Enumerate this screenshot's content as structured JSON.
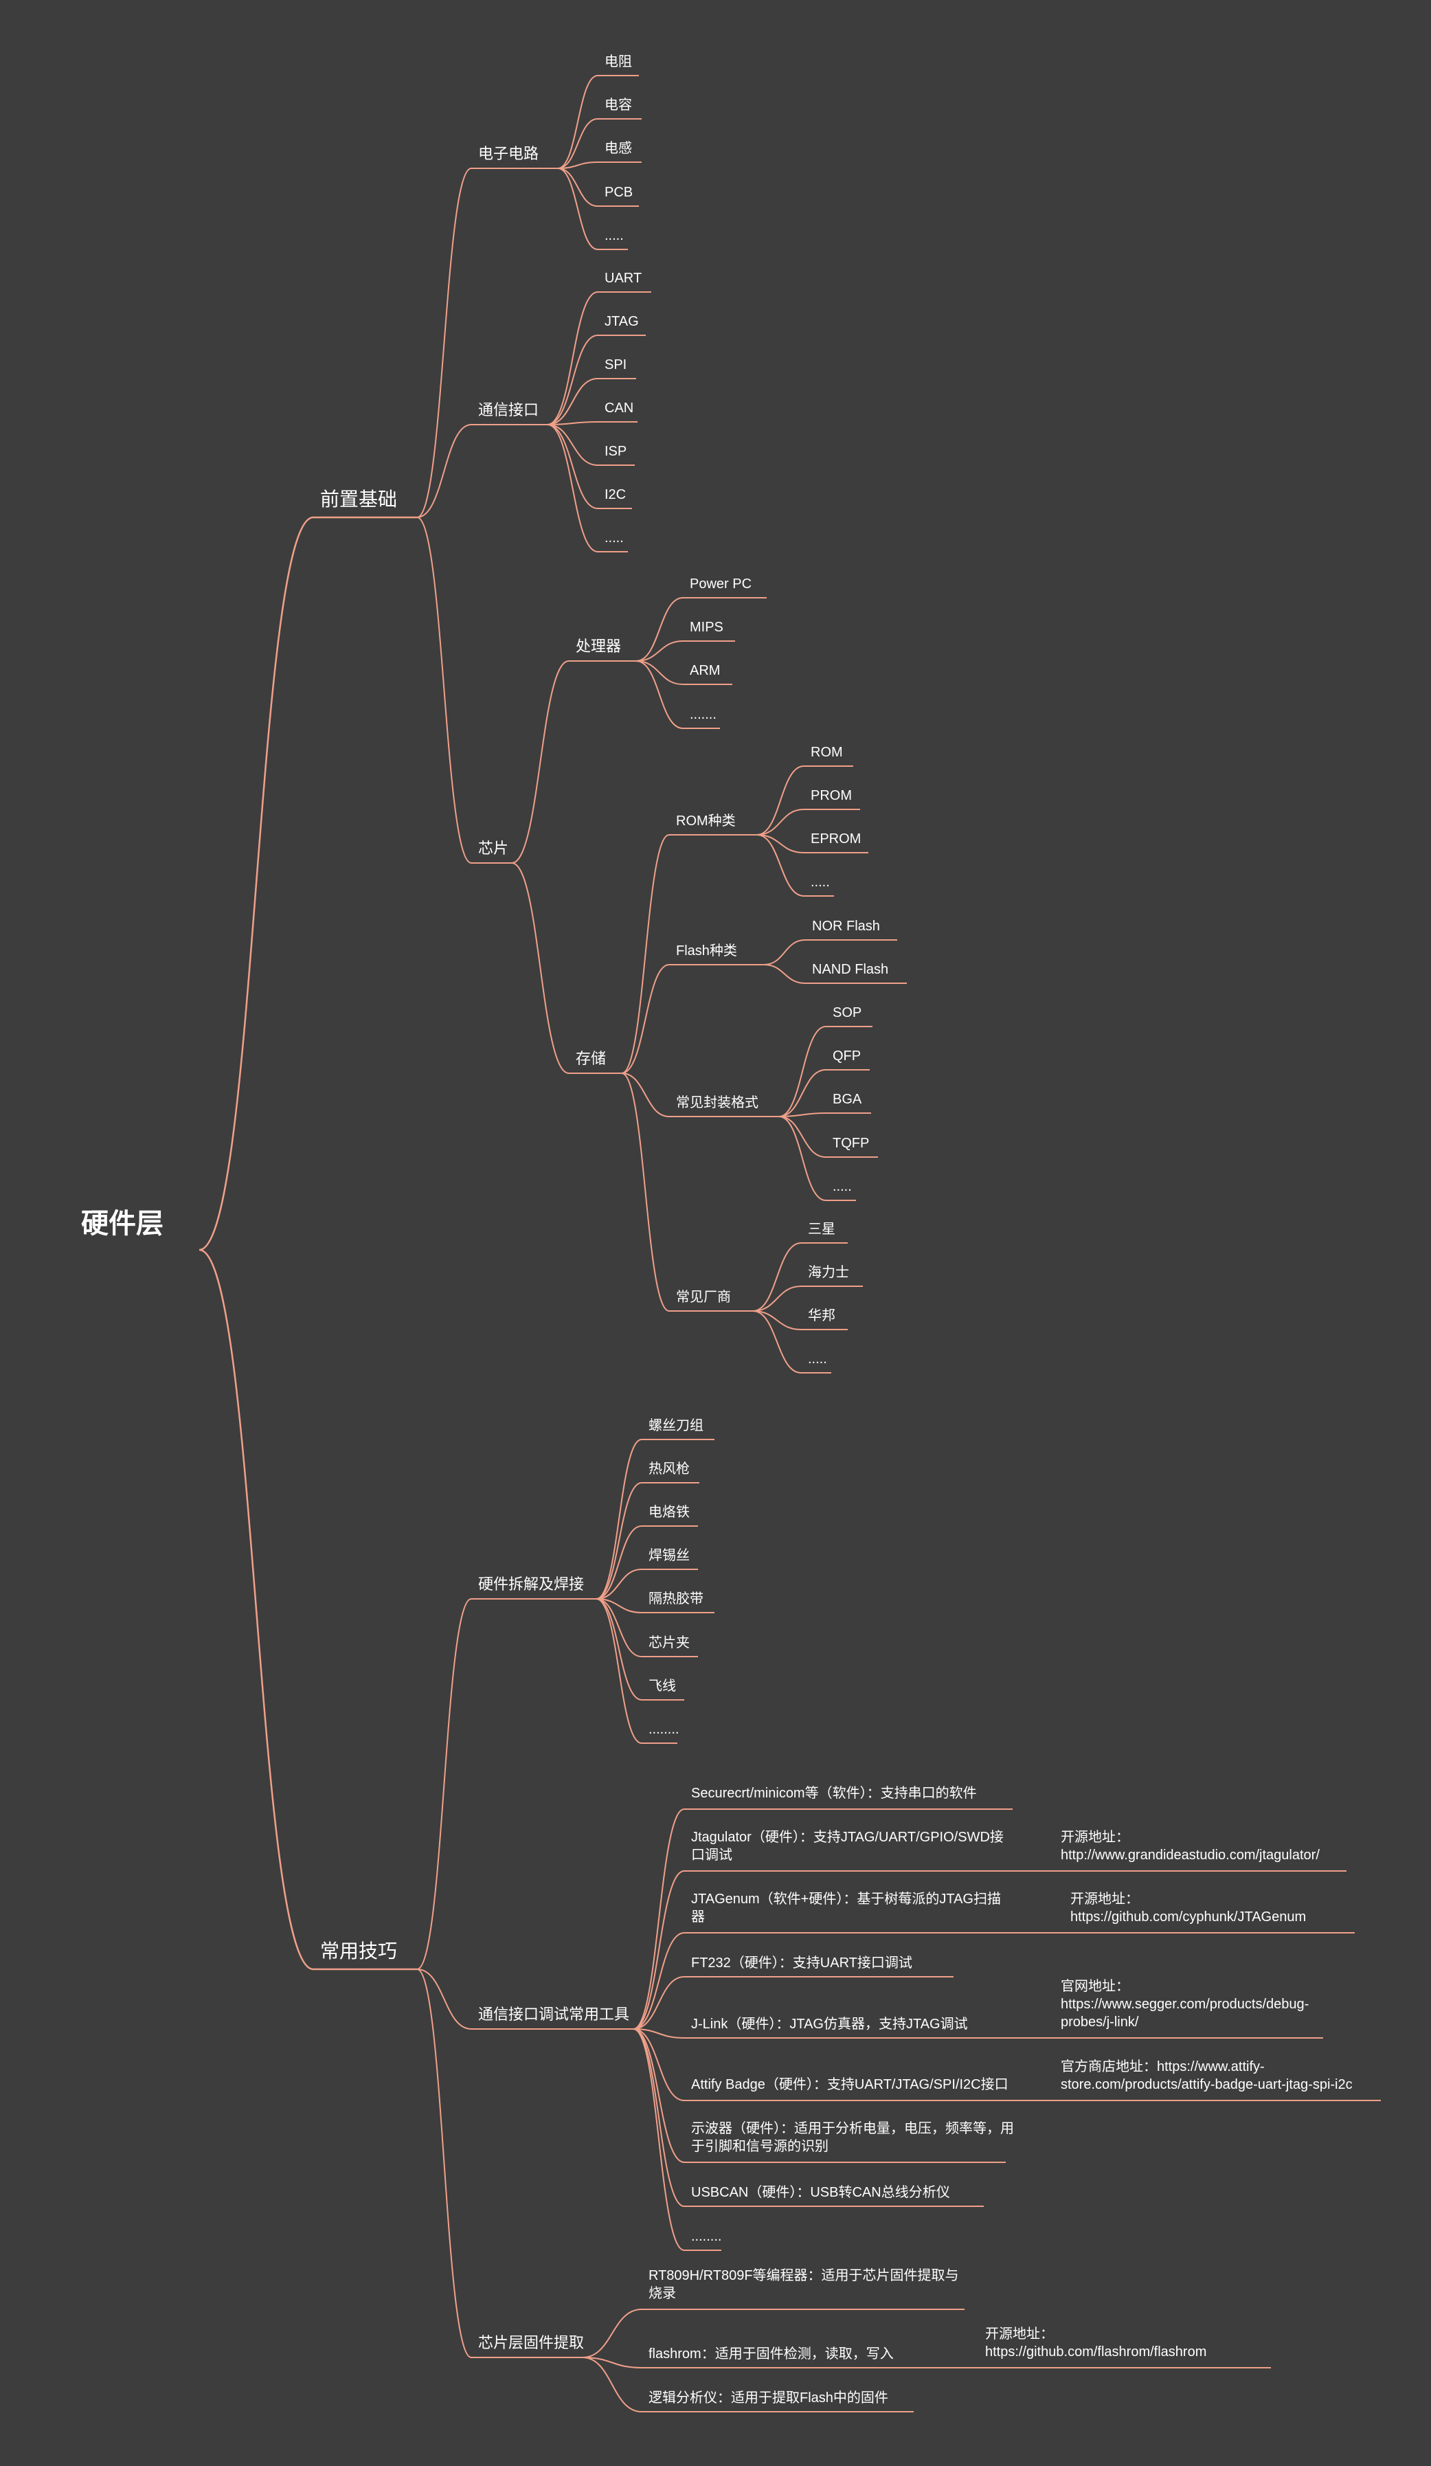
{
  "colors": {
    "background": "#3d3d3d",
    "line": "#f0a08a",
    "text": "#ffffff"
  },
  "root": "硬件层",
  "branches": [
    {
      "label": "前置基础",
      "children": [
        {
          "label": "电子电路",
          "children": [
            {
              "label": "电阻"
            },
            {
              "label": "电容"
            },
            {
              "label": "电感"
            },
            {
              "label": "PCB"
            },
            {
              "label": "....."
            }
          ]
        },
        {
          "label": "通信接口",
          "children": [
            {
              "label": "UART"
            },
            {
              "label": "JTAG"
            },
            {
              "label": "SPI"
            },
            {
              "label": "CAN"
            },
            {
              "label": "ISP"
            },
            {
              "label": "I2C"
            },
            {
              "label": "....."
            }
          ]
        },
        {
          "label": "芯片",
          "children": [
            {
              "label": "处理器",
              "children": [
                {
                  "label": "Power PC"
                },
                {
                  "label": "MIPS"
                },
                {
                  "label": "ARM"
                },
                {
                  "label": "......."
                }
              ]
            },
            {
              "label": "存储",
              "children": [
                {
                  "label": "ROM种类",
                  "children": [
                    {
                      "label": "ROM"
                    },
                    {
                      "label": "PROM"
                    },
                    {
                      "label": "EPROM"
                    },
                    {
                      "label": "....."
                    }
                  ]
                },
                {
                  "label": "Flash种类",
                  "children": [
                    {
                      "label": "NOR Flash"
                    },
                    {
                      "label": "NAND Flash"
                    }
                  ]
                },
                {
                  "label": "常见封装格式",
                  "children": [
                    {
                      "label": "SOP"
                    },
                    {
                      "label": "QFP"
                    },
                    {
                      "label": "BGA"
                    },
                    {
                      "label": "TQFP"
                    },
                    {
                      "label": "....."
                    }
                  ]
                },
                {
                  "label": "常见厂商",
                  "children": [
                    {
                      "label": "三星"
                    },
                    {
                      "label": "海力士"
                    },
                    {
                      "label": "华邦"
                    },
                    {
                      "label": "....."
                    }
                  ]
                }
              ]
            }
          ]
        }
      ]
    },
    {
      "label": "常用技巧",
      "children": [
        {
          "label": "硬件拆解及焊接",
          "children": [
            {
              "label": "螺丝刀组"
            },
            {
              "label": "热风枪"
            },
            {
              "label": "电烙铁"
            },
            {
              "label": "焊锡丝"
            },
            {
              "label": "隔热胶带"
            },
            {
              "label": "芯片夹"
            },
            {
              "label": "飞线"
            },
            {
              "label": "........"
            }
          ]
        },
        {
          "label": "通信接口调试常用工具",
          "children": [
            {
              "label": "Securecrt/minicom等（软件）：支持串口的软件"
            },
            {
              "label": "Jtagulator（硬件）：支持JTAG/UART/GPIO/SWD接口调试",
              "children": [
                {
                  "label": "开源地址：http://www.grandideastudio.com/jtagulator/"
                }
              ]
            },
            {
              "label": "JTAGenum（软件+硬件）：基于树莓派的JTAG扫描器",
              "children": [
                {
                  "label": "开源地址：https://github.com/cyphunk/JTAGenum"
                }
              ]
            },
            {
              "label": "FT232（硬件）：支持UART接口调试"
            },
            {
              "label": "J-Link（硬件）：JTAG仿真器，支持JTAG调试",
              "children": [
                {
                  "label": "官网地址：https://www.segger.com/products/debug-probes/j-link/"
                }
              ]
            },
            {
              "label": "Attify Badge（硬件）：支持UART/JTAG/SPI/I2C接口",
              "children": [
                {
                  "label": "官方商店地址：https://www.attify-store.com/products/attify-badge-uart-jtag-spi-i2c"
                }
              ]
            },
            {
              "label": "示波器（硬件）：适用于分析电量，电压，频率等，用于引脚和信号源的识别"
            },
            {
              "label": "USBCAN（硬件）：USB转CAN总线分析仪"
            },
            {
              "label": "........"
            }
          ]
        },
        {
          "label": "芯片层固件提取",
          "children": [
            {
              "label": "RT809H/RT809F等编程器：适用于芯片固件提取与烧录"
            },
            {
              "label": "flashrom：适用于固件检测，读取，写入",
              "children": [
                {
                  "label": "开源地址：https://github.com/flashrom/flashrom"
                }
              ]
            },
            {
              "label": "逻辑分析仪：适用于提取Flash中的固件"
            }
          ]
        }
      ]
    }
  ]
}
